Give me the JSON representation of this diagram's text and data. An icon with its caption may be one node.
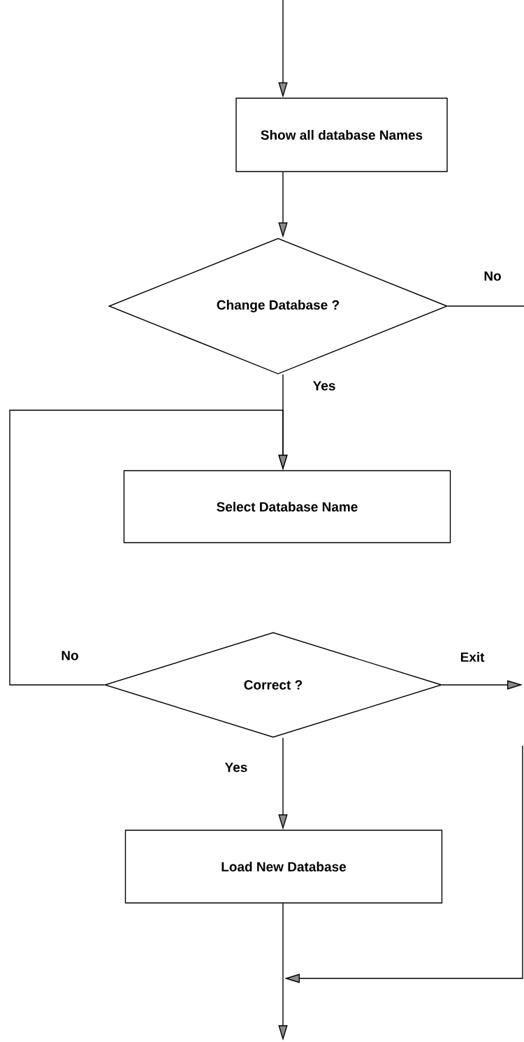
{
  "diagram": {
    "nodes": [
      {
        "text": [
          "Show all database Names"
        ]
      },
      {
        "text": [
          "Change Database ?"
        ]
      },
      {
        "text": [
          "Select Database Name"
        ]
      },
      {
        "text": [
          "Correct ?"
        ]
      },
      {
        "text": [
          "Load New Database"
        ]
      }
    ],
    "edges": [
      {
        "from": null,
        "to": 0,
        "arrow": "to"
      },
      {
        "from": 0,
        "to": 1,
        "arrow": "to"
      },
      {
        "from": 1,
        "to": 2,
        "arrow": "to",
        "label": "Yes"
      },
      {
        "from": 1,
        "to": null,
        "arrow": "none",
        "label": "No"
      },
      {
        "from": 3,
        "to": 2,
        "arrow": "to",
        "label": "No"
      },
      {
        "from": 3,
        "to": 4,
        "arrow": "to",
        "label": "Yes"
      },
      {
        "from": 3,
        "to": null,
        "arrow": "to",
        "label": "Exit"
      },
      {
        "from": 4,
        "to": null,
        "arrow": "to"
      }
    ]
  }
}
